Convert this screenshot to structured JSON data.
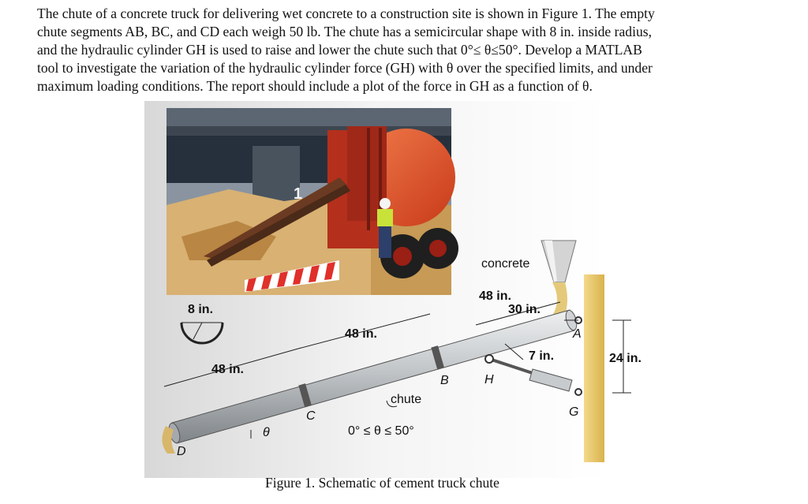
{
  "problem": {
    "lines": [
      "The chute of a concrete truck for delivering wet concrete to a construction site is shown in Figure 1. The empty",
      "chute segments AB, BC, and CD each weigh 50 lb. The chute has a semicircular shape with 8 in. inside radius,",
      "and the hydraulic cylinder GH is used to raise and lower the chute such that 0°≤ θ≤50°. Develop a MATLAB",
      "tool to investigate the variation of the hydraulic cylinder force (GH) with θ over the specified limits, and under",
      "maximum loading conditions.  The report should include a plot of the force in GH as a function of θ."
    ]
  },
  "figure": {
    "caption": "Figure 1. Schematic of cement truck chute",
    "labels": {
      "concrete": "concrete",
      "dim_48_top": "48 in.",
      "dim_30": "30 in.",
      "dim_48_mid": "48 in.",
      "dim_48_left": "48 in.",
      "dim_7": "7 in.",
      "dim_24": "24 in.",
      "dim_8": "8 in.",
      "chute": "chute",
      "theta_range": "0° ≤ θ ≤ 50°",
      "theta": "θ",
      "point_A": "A",
      "point_B": "B",
      "point_C": "C",
      "point_D": "D",
      "point_G": "G",
      "point_H": "H"
    },
    "photo_marker": "1",
    "colors": {
      "chute_metal": "#b8bcbf",
      "truck_drum": "#e4532a",
      "wall": "#e9c867",
      "sand": "#d6a55f"
    }
  }
}
